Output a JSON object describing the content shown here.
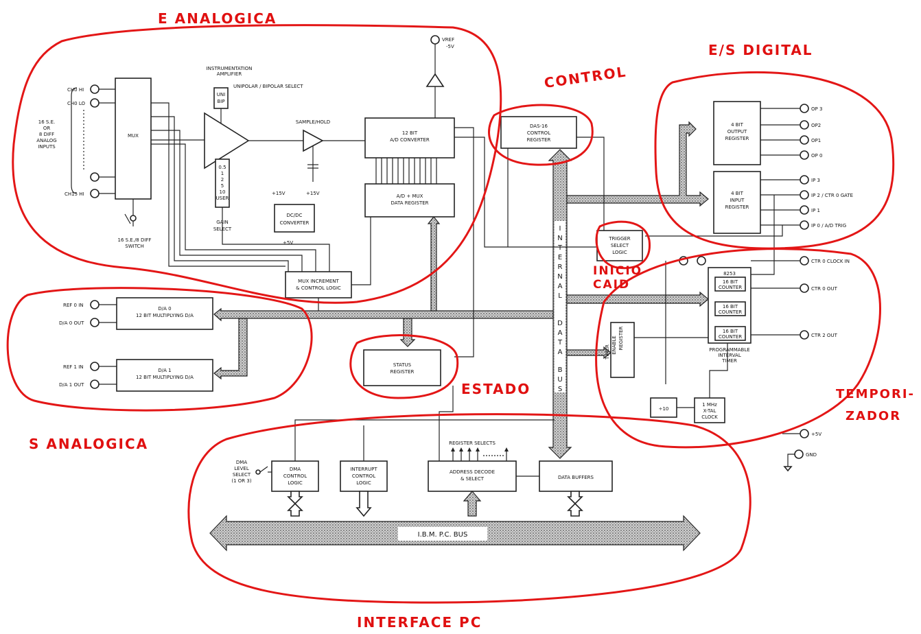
{
  "annotations": {
    "analog_input": "E ANALOGICA",
    "control": "CONTROL",
    "digital_io": "E/S DIGITAL",
    "trigger_start": "INICIO",
    "trigger_fall": "CAID",
    "status": "ESTADO",
    "timer_line1": "TEMPORI-",
    "timer_line2": "ZADOR",
    "analog_output": "S ANALOGICA",
    "pc_interface": "INTERFACE PC"
  },
  "blocks": {
    "mux": "MUX",
    "instr_amp_1": "INSTRUMENTATION",
    "instr_amp_2": "AMPLIFIER",
    "unipolar_select": "UNIPOLAR / BIPOLAR SELECT",
    "uni_bip_1": "UNI",
    "uni_bip_2": "BIP",
    "sample_hold": "SAMPLE/HOLD",
    "adc_1": "12 BIT",
    "adc_2": "A/D CONVERTER",
    "ad_mux_reg_1": "A/D + MUX",
    "ad_mux_reg_2": "DATA REGISTER",
    "dcdc_1": "DC/DC",
    "dcdc_2": "CONVERTER",
    "gain_select_1": "GAIN",
    "gain_select_2": "SELECT",
    "gain_values": [
      "0.5",
      "1",
      "2",
      "5",
      "10",
      "USER"
    ],
    "se_diff_switch_1": "16 S.E./8 DIFF",
    "se_diff_switch_2": "SWITCH",
    "analog_inputs_1": "16 S.E.",
    "analog_inputs_2": "OR",
    "analog_inputs_3": "8 DIFF",
    "analog_inputs_4": "ANALOG",
    "analog_inputs_5": "INPUTS",
    "mux_ctrl_1": "MUX INCREMENT",
    "mux_ctrl_2": "& CONTROL LOGIC",
    "das_ctrl_1": "DAS-16",
    "das_ctrl_2": "CONTROL",
    "das_ctrl_3": "REGISTER",
    "internal_data_bus": [
      "I",
      "N",
      "T",
      "E",
      "R",
      "N",
      "A",
      "L",
      "",
      "D",
      "A",
      "T",
      "A",
      "",
      "B",
      "U",
      "S"
    ],
    "out_reg_1": "4 BIT",
    "out_reg_2": "OUTPUT",
    "out_reg_3": "REGISTER",
    "in_reg_1": "4 BIT",
    "in_reg_2": "INPUT",
    "in_reg_3": "REGISTER",
    "trigger_1": "TRIGGER",
    "trigger_2": "SELECT",
    "trigger_3": "LOGIC",
    "timer_enable_1": "TIMER",
    "timer_enable_2": "ENABLE",
    "timer_enable_3": "REGISTER",
    "chip_8253": "8253",
    "counter_1": "16 BIT",
    "counter_2": "COUNTER",
    "prog_timer_1": "PROGRAMMABLE",
    "prog_timer_2": "INTERVAL",
    "prog_timer_3": "TIMER",
    "div10": "÷10",
    "clock_1": "1 MHz",
    "clock_2": "X-TAL",
    "clock_3": "CLOCK",
    "da0_1": "D/A 0",
    "da0_2": "12 BIT MULTIPLYING D/A",
    "da1_1": "D/A 1",
    "da1_2": "12 BIT MULTIPLYING D/A",
    "status_1": "STATUS",
    "status_2": "REGISTER",
    "dma_1": "DMA",
    "dma_2": "CONTROL",
    "dma_3": "LOGIC",
    "dma_level_1": "DMA",
    "dma_level_2": "LEVEL",
    "dma_level_3": "SELECT",
    "dma_level_4": "(1 OR 3)",
    "int_1": "INTERRUPT",
    "int_2": "CONTROL",
    "int_3": "LOGIC",
    "addr_1": "ADDRESS DECODE",
    "addr_2": "& SELECT",
    "register_selects": "REGISTER SELECTS",
    "data_buffers": "DATA BUFFERS",
    "pc_bus": "I.B.M.   P.C.   BUS"
  },
  "pins": {
    "ch0_hi": "CH0 HI",
    "ch0_lo": "CH0 LO",
    "ch15_hi": "CH15 HI",
    "vref": "VREF",
    "vref_val": "-5V",
    "plus15_a": "+15V",
    "plus15_b": "+15V",
    "plus5": "+5V",
    "op3": "OP 3",
    "op2": "OP2",
    "op1": "OP1",
    "op0": "OP 0",
    "ip3": "IP 3",
    "ip2": "IP 2 / CTR 0 GATE",
    "ip1": "IP 1",
    "ip0": "IP 0 / A/D TRIG",
    "ctr0_clk": "CTR 0 CLOCK IN",
    "ctr0_out": "CTR 0 OUT",
    "ctr2_out": "CTR 2 OUT",
    "ref0": "REF 0 IN",
    "da0_out": "D/A 0 OUT",
    "ref1": "REF 1 IN",
    "da1_out": "D/A 1 OUT",
    "pwr_5v": "+5V",
    "gnd": "GND"
  }
}
